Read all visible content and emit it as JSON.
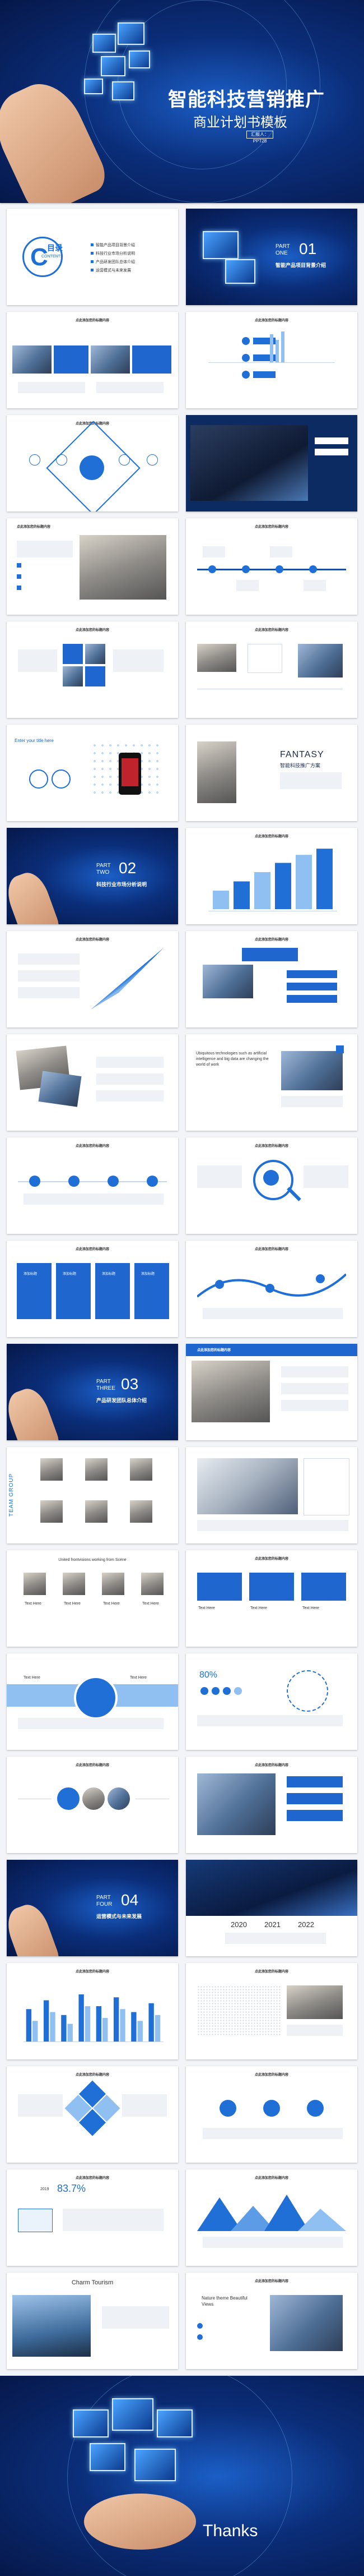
{
  "cover": {
    "title": "智能科技营销推广",
    "subtitle": "商业计划书模板",
    "meta": "汇报人：PPT28"
  },
  "toc": {
    "title_cn": "目录",
    "title_en": "CONTENTS",
    "initial": "C",
    "items": [
      "智能产品项目背景介绍",
      "科技行业市场分析说明",
      "产品研发团队总体介绍",
      "运营模式与未来发展"
    ]
  },
  "part1": {
    "label": "PART",
    "word": "ONE",
    "number": "01",
    "name": "智能产品项目背景介绍"
  },
  "part2": {
    "label": "PART",
    "word": "TWO",
    "number": "02",
    "name": "科技行业市场分析说明"
  },
  "part3": {
    "label": "PART",
    "word": "THREE",
    "number": "03",
    "name": "产品研发团队总体介绍"
  },
  "part4": {
    "label": "PART",
    "word": "FOUR",
    "number": "04",
    "name": "运营模式与未来发展"
  },
  "slide_heading": "点此添加您的标题内容",
  "texts": {
    "enter_title": "Enter your title here",
    "fantasy": "FANTASY",
    "fantasy_sub": "智能科技推广方案",
    "ubiquitous": "Ubiquitous technologies such as artificial intelligence and big data are changing the world of work",
    "team_group": "TEAM GROUP",
    "united": "United frontvisions working from Scene",
    "text_here": "Text Here",
    "pct80": "80%",
    "pct837": "83.7%",
    "year_prefix": "2019",
    "charm": "Charm Tourism",
    "nature": "Nature theme Beautiful Views",
    "thanks": "Thanks"
  },
  "years": [
    "2020",
    "2021",
    "2022"
  ],
  "small_labels": [
    "添加标题",
    "添加标题",
    "添加标题",
    "添加标题"
  ],
  "chart_data": [
    {
      "type": "bar",
      "categories": [
        "",
        "",
        "",
        "",
        "",
        ""
      ],
      "values": [
        30,
        45,
        60,
        75,
        88,
        98
      ],
      "ylim": [
        0,
        100
      ]
    },
    {
      "type": "bar",
      "categories": [
        "",
        "",
        "",
        "",
        "",
        "",
        "",
        ""
      ],
      "series": [
        {
          "values": [
            55,
            70,
            45,
            80,
            60,
            75,
            50,
            65
          ]
        },
        {
          "values": [
            35,
            50,
            30,
            60,
            40,
            55,
            35,
            45
          ]
        }
      ],
      "ylim": [
        0,
        100
      ]
    }
  ],
  "colors": {
    "primary": "#1f6fd6",
    "dark": "#0b2e7a",
    "light": "#8fc0f1"
  }
}
